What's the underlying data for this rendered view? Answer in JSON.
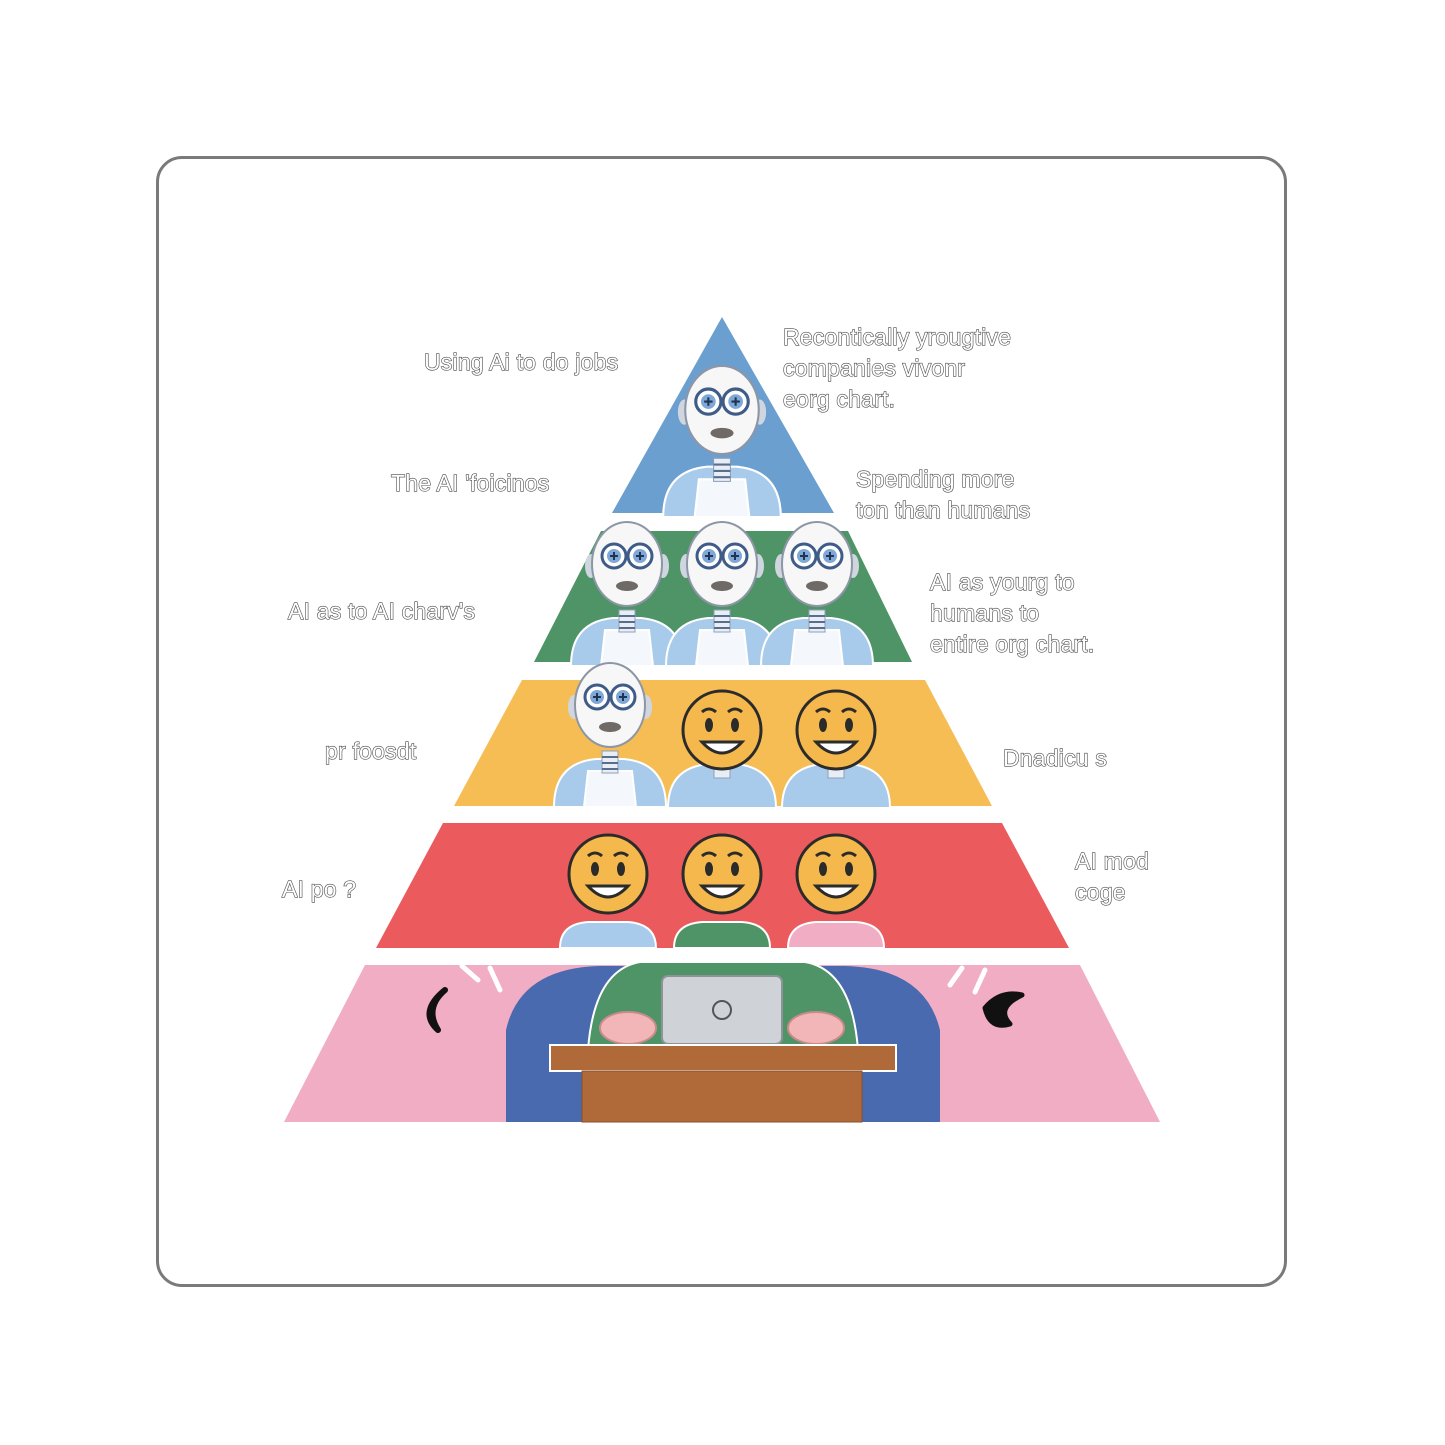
{
  "colors": {
    "tier1": "#6b9fd0",
    "tier2": "#4e9466",
    "tier3": "#f6bd55",
    "tier4": "#eb5a5c",
    "tier5": "#f0adc3",
    "chair": "#4a6ab0",
    "desk": "#b06a3a"
  },
  "labels": {
    "top_left": "Using Ai to do jobs",
    "top_right": "Recontically yrougtive\ncompanies vivonr\neorg chart.",
    "t1_left": "The AI 'foicinos",
    "t1_right": "Spending more\n ton than humans",
    "t2_left": "AI as to AI charv's",
    "t2_right": "AI as yourg to\nhumans to\nentire org chart.",
    "t3_left": "pr foosdt",
    "t3_right": "Dnadicu s",
    "t4_left": "AI po ?",
    "t4_right": "AI mod\n coge"
  },
  "tiers": [
    {
      "name": "tier-1",
      "figures": [
        "robot"
      ]
    },
    {
      "name": "tier-2",
      "figures": [
        "robot",
        "robot",
        "robot"
      ]
    },
    {
      "name": "tier-3",
      "figures": [
        "robot",
        "smiley",
        "smiley"
      ]
    },
    {
      "name": "tier-4",
      "figures": [
        "smiley",
        "smiley",
        "smiley"
      ]
    },
    {
      "name": "tier-5",
      "figures": [
        "human-at-laptop"
      ]
    }
  ]
}
